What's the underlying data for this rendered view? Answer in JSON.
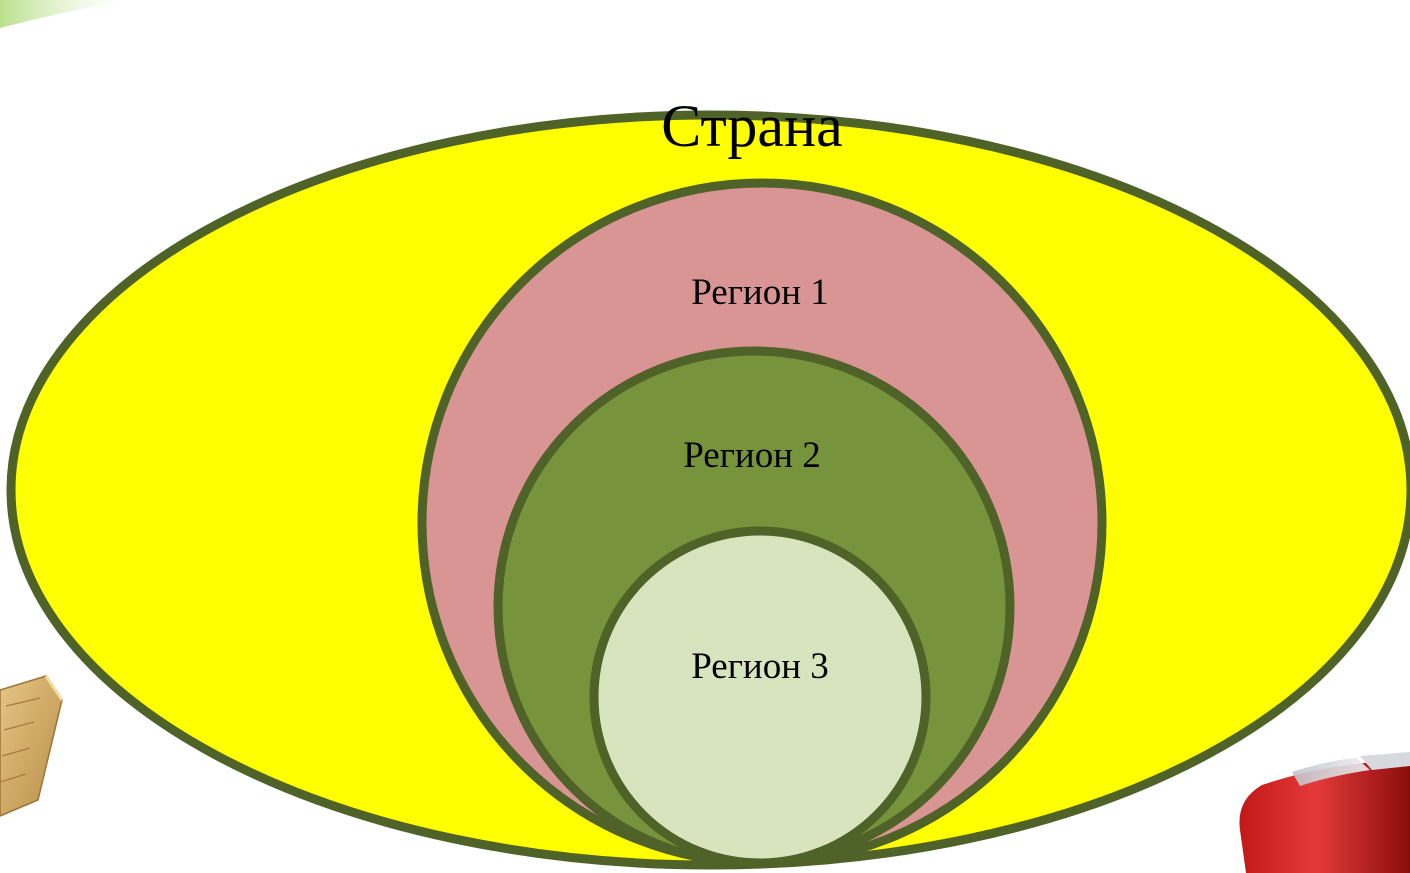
{
  "diagram": {
    "type": "nested-sets",
    "outer": {
      "label": "Страна",
      "fill": "#FFFF00"
    },
    "regions": [
      {
        "label": "Регион 1",
        "fill": "#D99594"
      },
      {
        "label": "Регион 2",
        "fill": "#77933C"
      },
      {
        "label": "Регион 3",
        "fill": "#D7E4BD"
      }
    ],
    "stroke_color": "#4F6228"
  },
  "decorations": {
    "top_left_accent": "green-gradient-corner",
    "left_object": "wooden-crate-fragment",
    "right_object": "red-cylinder-fragment"
  }
}
